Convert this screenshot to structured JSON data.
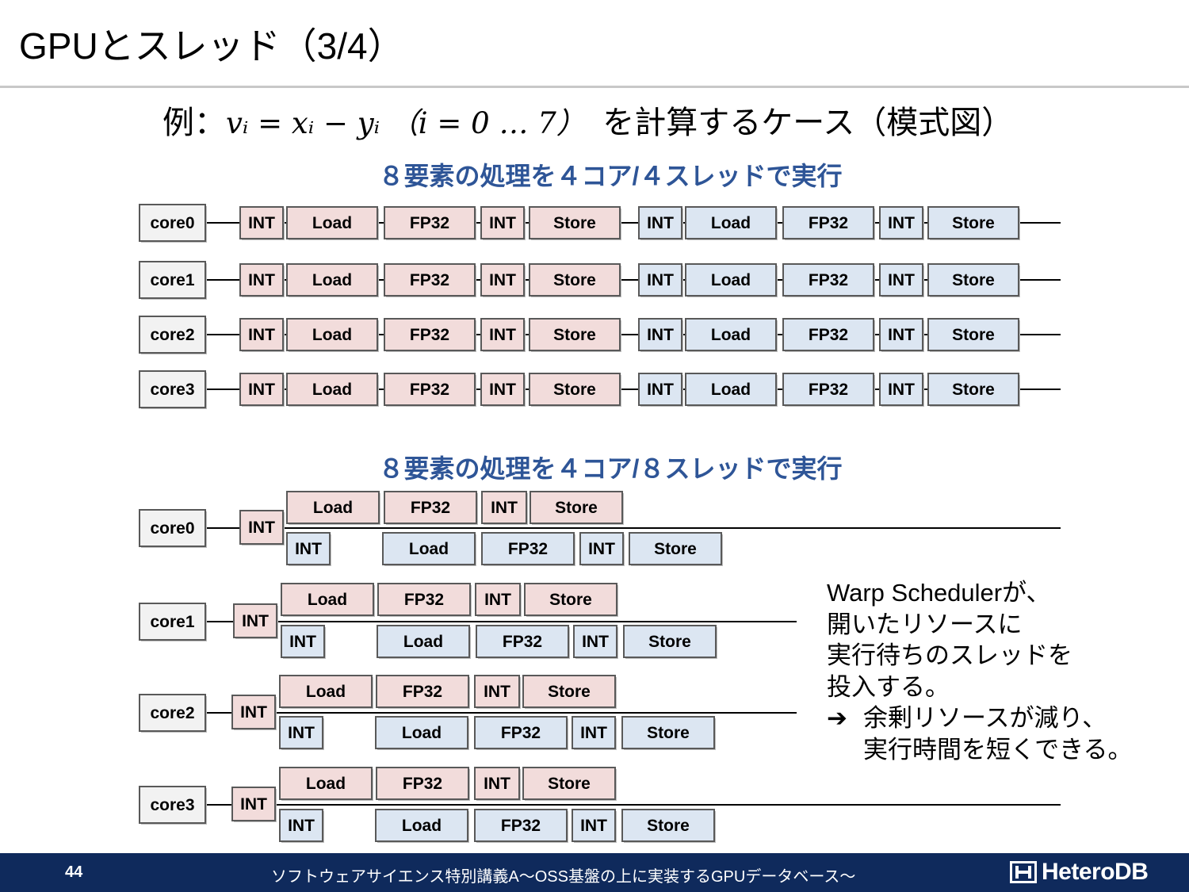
{
  "slide": {
    "title": "GPUとスレッド（3/4）",
    "example_prefix": "例：",
    "example_formula": "vᵢ = xᵢ − yᵢ （i = 0 … 7）",
    "example_suffix": "　を計算するケース（模式図）"
  },
  "section1": {
    "heading": "８要素の処理を４コア/４スレッドで実行",
    "cores": [
      "core0",
      "core1",
      "core2",
      "core3"
    ],
    "thread_a_ops": [
      "INT",
      "Load",
      "FP32",
      "INT",
      "Store"
    ],
    "thread_b_ops": [
      "INT",
      "Load",
      "FP32",
      "INT",
      "Store"
    ]
  },
  "section2": {
    "heading": "８要素の処理を４コア/８スレッドで実行",
    "cores": [
      "core0",
      "core1",
      "core2",
      "core3"
    ],
    "first_op": "INT",
    "upper_ops": [
      "Load",
      "FP32",
      "INT",
      "Store"
    ],
    "lower_ops": [
      "INT",
      "Load",
      "FP32",
      "INT",
      "Store"
    ]
  },
  "note": {
    "lines": [
      "Warp Schedulerが、",
      "開いたリソースに",
      "実行待ちのスレッドを",
      "投入する。"
    ],
    "arrow": "➔",
    "conclusion_lines": [
      "余剰リソースが減り、",
      "実行時間を短くできる。"
    ]
  },
  "footer": {
    "page_number": "44",
    "title": "ソフトウェアサイエンス特別講義A～OSS基盤の上に実装するGPUデータベース～",
    "logo_text": "HeteroDB"
  },
  "colors": {
    "thread_a_fill": "#f2dcdb",
    "thread_b_fill": "#dce6f2",
    "core_fill": "#f2f2f2",
    "box_border": "#595959",
    "heading": "#2e5597",
    "footer_bg": "#0f2a5c"
  }
}
